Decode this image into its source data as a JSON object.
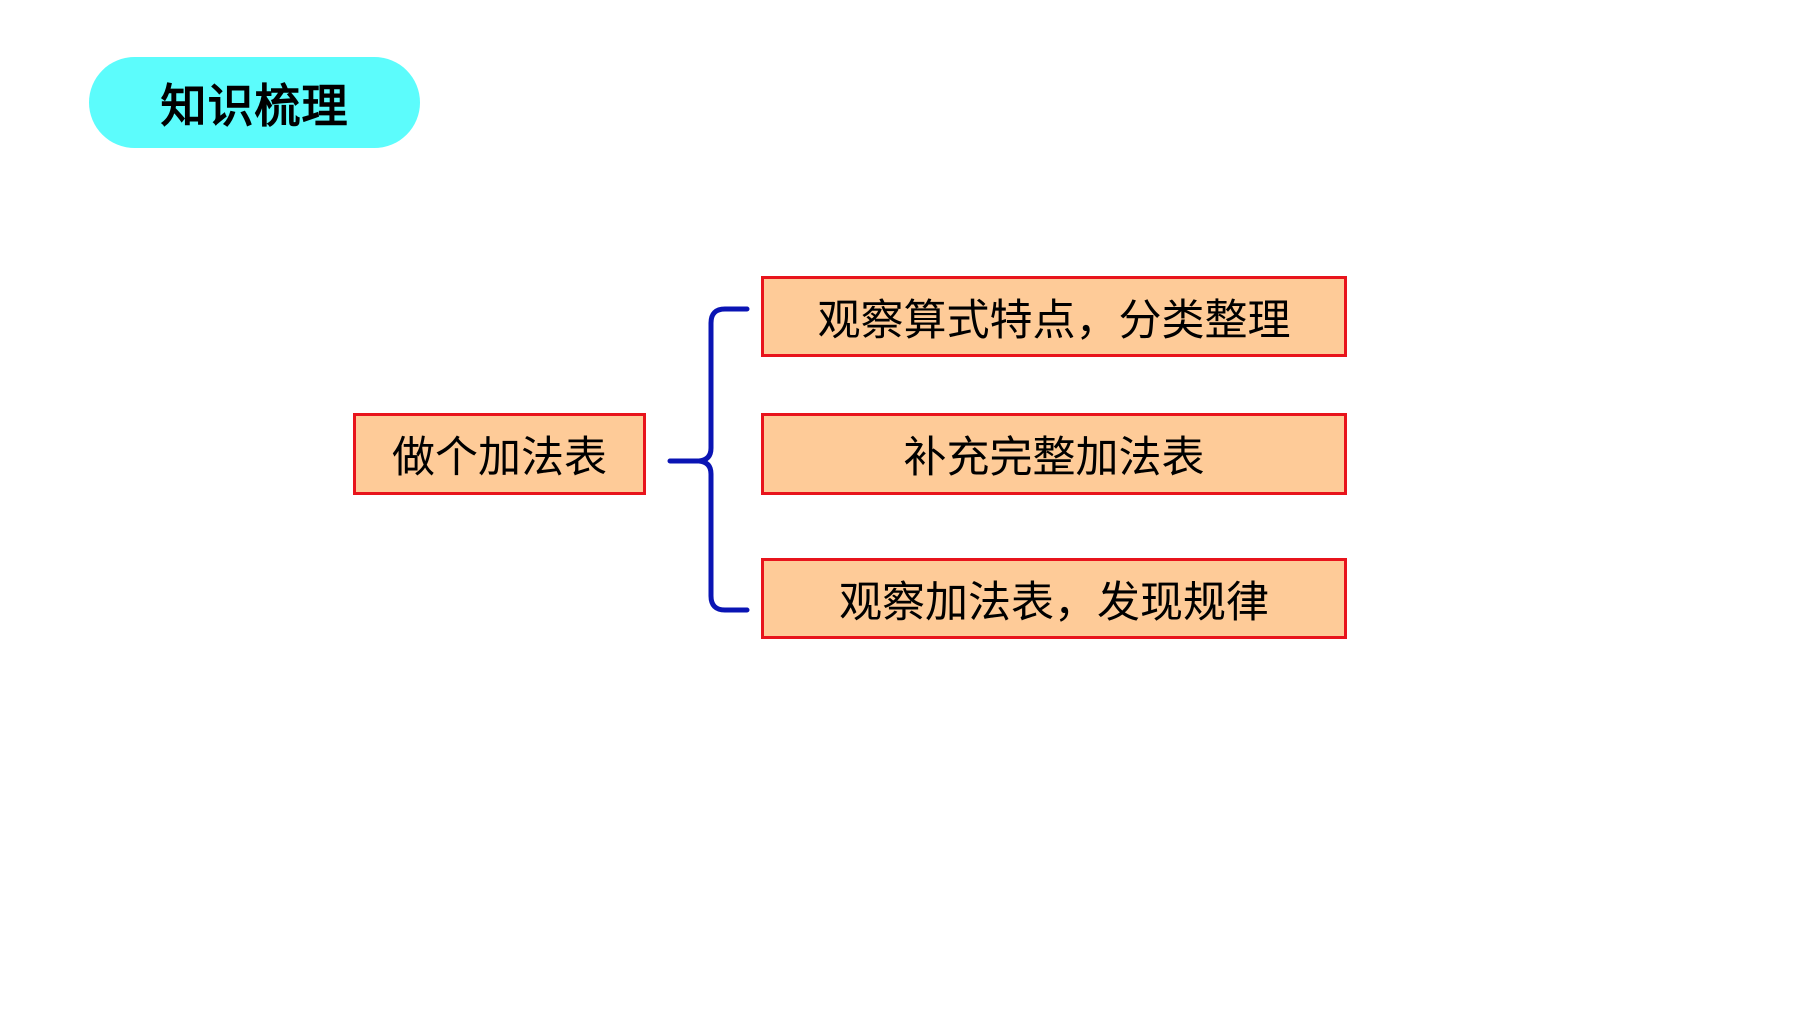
{
  "header": {
    "title": "知识梳理"
  },
  "diagram": {
    "root": "做个加法表",
    "branches": [
      "观察算式特点，分类整理",
      "补充完整加法表",
      "观察加法表，发现规律"
    ]
  },
  "colors": {
    "title_pill": "#5cfcfc",
    "node_fill": "#fecb98",
    "node_border": "#e8141c",
    "brace": "#0a14b4"
  }
}
